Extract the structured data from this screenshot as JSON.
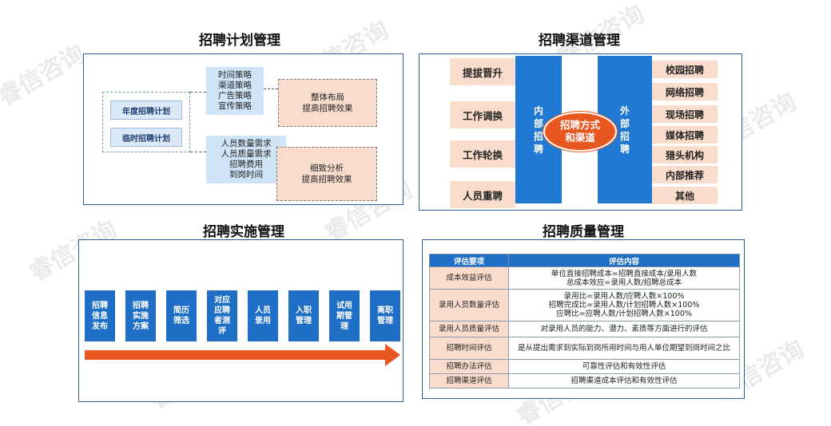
{
  "watermark": "睿信咨询",
  "plan": {
    "title": "招聘计划管理",
    "items": [
      "年度招聘计划",
      "临时招聘计划"
    ],
    "strategies": "时间策略\n渠道策略\n广告策略\n宣传策略",
    "layout_result": "整体布局\n提高招聘效果",
    "needs": "人员数量需求\n人员质量需求\n招聘费用\n到岗时间",
    "detail_result": "细致分析\n提高招聘效果"
  },
  "channel": {
    "title": "招聘渠道管理",
    "internal_items": [
      "提拔晋升",
      "工作调换",
      "工作轮换",
      "人员重聘"
    ],
    "internal_label": "内部招聘",
    "center": "招聘方式和渠道",
    "external_label": "外部招聘",
    "external_items": [
      "校园招聘",
      "网络招聘",
      "现场招聘",
      "媒体招聘",
      "猎头机构",
      "内部推荐",
      "其他"
    ]
  },
  "implement": {
    "title": "招聘实施管理",
    "steps": [
      "招聘信息发布",
      "招聘实施方案",
      "简历筛选",
      "对应应聘者测评",
      "人员录用",
      "入职管理",
      "试用期管理",
      "离职管理"
    ]
  },
  "quality": {
    "title": "招聘质量管理",
    "headers": [
      "评估要项",
      "评估内容"
    ],
    "rows": [
      {
        "key": "成本效益评估",
        "value": "单位直接招聘成本=招聘直接成本/录用人数\n总成本效应=录用人数/招聘总成本"
      },
      {
        "key": "录用人员数量评估",
        "value": "录用比=录用人数/应聘人数×100%\n招聘完成比=录用人数/计划招聘人数×100%\n应聘比=应聘人数/计划招聘人数×100%"
      },
      {
        "key": "录用人员质量评估",
        "value": "对录用人员的能力、潜力、素质等方面进行的评估"
      },
      {
        "key": "招聘时间评估",
        "value": "是从提出需求到实际到岗所用时间与用人单位期望到岗时间之比"
      },
      {
        "key": "招聘办法评估",
        "value": "可靠性评估和有效性评估"
      },
      {
        "key": "招聘渠道评估",
        "value": "招聘渠道成本评估和有效性评估"
      }
    ]
  },
  "colors": {
    "blue": "#1f78d1",
    "orange": "#e8571f",
    "peach": "#f9dccc",
    "lightblue": "#cfe5f7"
  }
}
